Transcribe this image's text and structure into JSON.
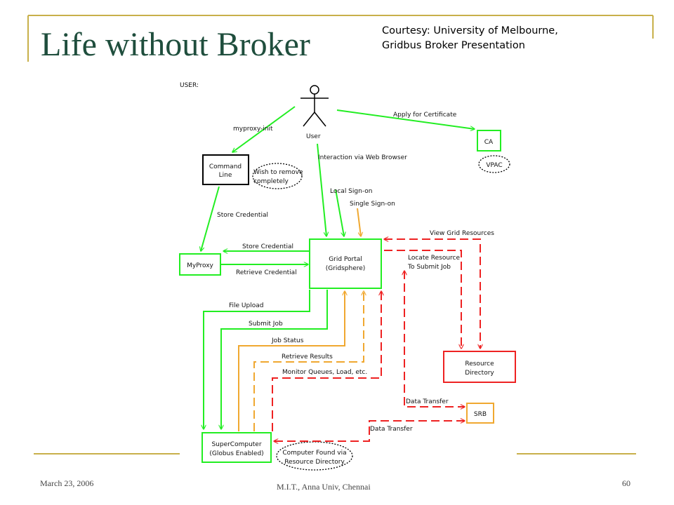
{
  "slide": {
    "title": "Life without Broker",
    "courtesy_line1": "Courtesy: University of Melbourne,",
    "courtesy_line2": "Gridbus Broker Presentation"
  },
  "footer": {
    "date": "March 23, 2006",
    "center": "M.I.T., Anna Univ, Chennai",
    "page": "60"
  },
  "diagram": {
    "user_header": "USER:",
    "nodes": {
      "user": "User",
      "command_line_1": "Command",
      "command_line_2": "Line",
      "ca": "CA",
      "vpac": "VPAC",
      "myproxy": "MyProxy",
      "grid_portal_1": "Grid Portal",
      "grid_portal_2": "(Gridsphere)",
      "resource_directory_1": "Resource",
      "resource_directory_2": "Directory",
      "srb": "SRB",
      "supercomputer_1": "SuperComputer",
      "supercomputer_2": "(Globus Enabled)"
    },
    "notes": {
      "wish_1": "Wish to remove",
      "wish_2": "completely",
      "computer_found_1": "Computer Found via",
      "computer_found_2": "Resource Directory"
    },
    "edges": {
      "myproxy_init": "myproxy-init",
      "apply_for_certificate": "Apply for Certificate",
      "interaction_via_web_browser": "Interaction via Web Browser",
      "store_credential_1": "Store Credential",
      "local_sign_on": "Local Sign-on",
      "single_sign_on": "Single Sign-on",
      "view_grid_resources": "View Grid Resources",
      "store_credential_2": "Store Credential",
      "retrieve_credential": "Retrieve Credential",
      "locate_resource_1": "Locate Resource",
      "locate_resource_2": "To Submit Job",
      "file_upload": "File Upload",
      "submit_job": "Submit Job",
      "job_status": "Job Status",
      "retrieve_results": "Retrieve Results",
      "monitor_queues": "Monitor Queues, Load, etc.",
      "data_transfer_1": "Data Transfer",
      "data_transfer_2": "Data Transfer"
    },
    "colors": {
      "green": "#22ee22",
      "orange": "#f0a830",
      "red": "#ee2222",
      "title": "#1f4e3d",
      "rule": "#c8b04a"
    }
  }
}
